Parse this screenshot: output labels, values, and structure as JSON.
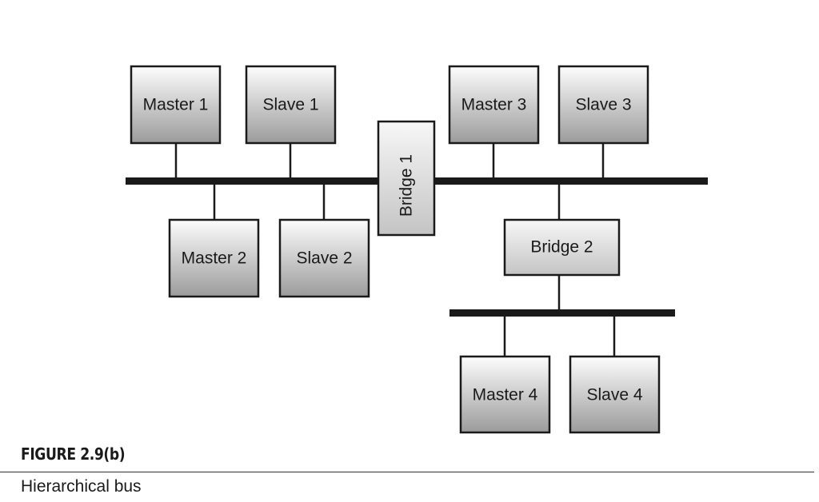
{
  "diagram": {
    "nodes": [
      {
        "id": "master-1",
        "label": "Master 1"
      },
      {
        "id": "slave-1",
        "label": "Slave 1"
      },
      {
        "id": "master-2",
        "label": "Master 2"
      },
      {
        "id": "slave-2",
        "label": "Slave 2"
      },
      {
        "id": "bridge-1",
        "label": "Bridge 1"
      },
      {
        "id": "master-3",
        "label": "Master 3"
      },
      {
        "id": "slave-3",
        "label": "Slave 3"
      },
      {
        "id": "bridge-2",
        "label": "Bridge 2"
      },
      {
        "id": "master-4",
        "label": "Master 4"
      },
      {
        "id": "slave-4",
        "label": "Slave 4"
      }
    ],
    "buses": [
      {
        "id": "bus-upper-left",
        "connects": [
          "master-1",
          "slave-1",
          "master-2",
          "slave-2",
          "bridge-1"
        ]
      },
      {
        "id": "bus-upper-right",
        "connects": [
          "bridge-1",
          "master-3",
          "slave-3",
          "bridge-2"
        ]
      },
      {
        "id": "bus-lower",
        "connects": [
          "bridge-2",
          "master-4",
          "slave-4"
        ]
      }
    ]
  },
  "caption": {
    "figure_number": "FIGURE 2.9(b)",
    "text": "Hierarchical bus"
  }
}
